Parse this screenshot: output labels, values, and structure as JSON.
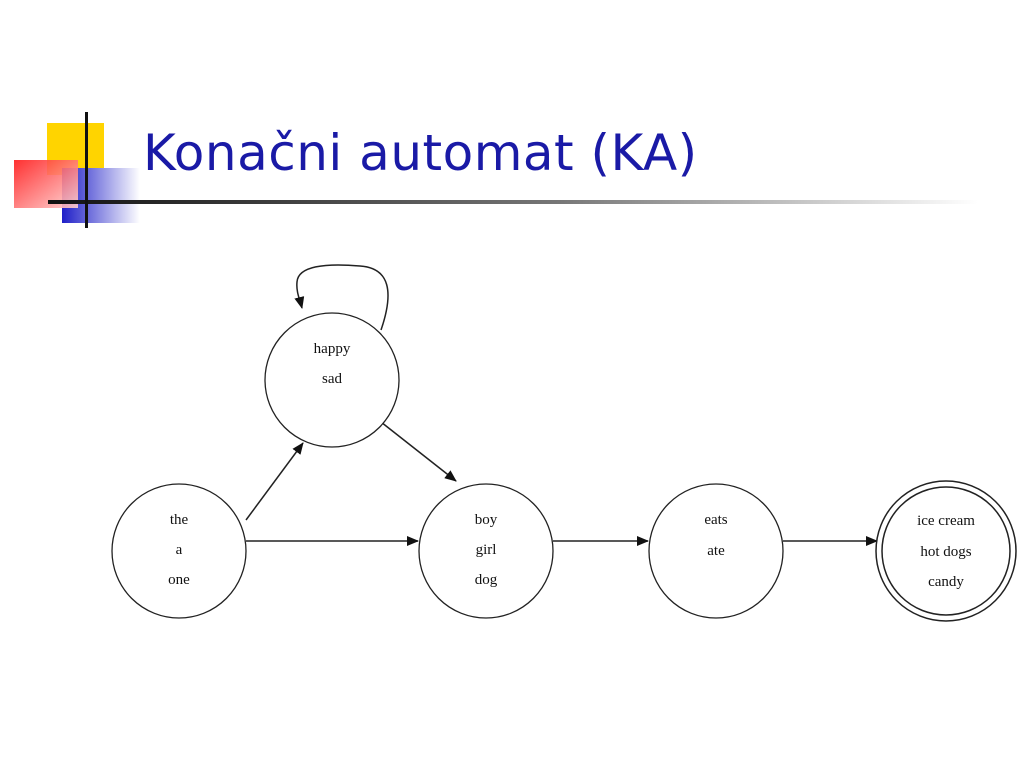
{
  "slide": {
    "title": "Konačni automat (KA)"
  },
  "automaton": {
    "states": [
      {
        "id": "det",
        "words": [
          "the",
          "a",
          "one"
        ]
      },
      {
        "id": "adj",
        "words": [
          "happy",
          "sad"
        ]
      },
      {
        "id": "noun",
        "words": [
          "boy",
          "girl",
          "dog"
        ]
      },
      {
        "id": "verb",
        "words": [
          "eats",
          "ate"
        ]
      },
      {
        "id": "obj",
        "words": [
          "ice cream",
          "hot dogs",
          "candy"
        ],
        "accepting": true
      }
    ],
    "transitions": [
      {
        "from": "det",
        "to": "adj"
      },
      {
        "from": "det",
        "to": "noun"
      },
      {
        "from": "adj",
        "to": "adj"
      },
      {
        "from": "adj",
        "to": "noun"
      },
      {
        "from": "noun",
        "to": "verb"
      },
      {
        "from": "verb",
        "to": "obj"
      }
    ]
  },
  "colors": {
    "title": "#1a1aa6",
    "deco_yellow": "#ffd400",
    "deco_red": "#ff3030",
    "deco_blue": "#2c2ccc",
    "line": "#222222"
  }
}
